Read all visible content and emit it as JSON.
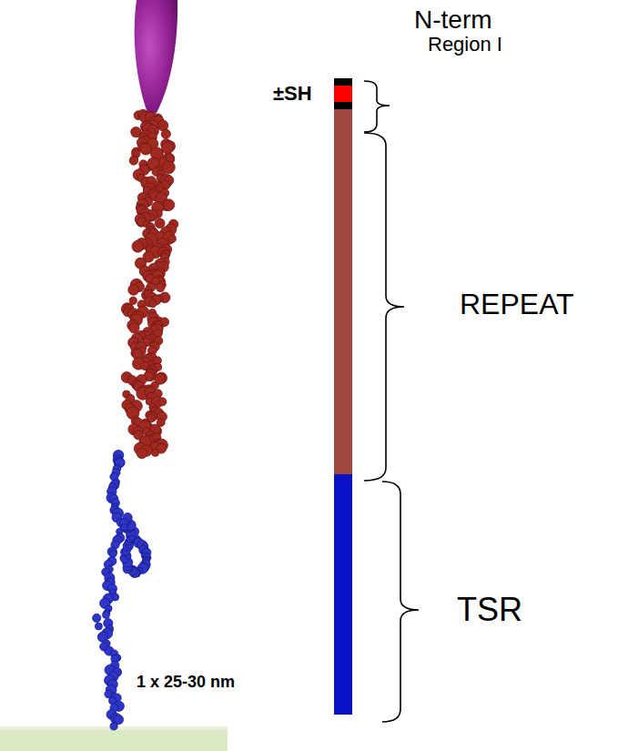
{
  "diagram": {
    "labels": [
      "N-term",
      "Region I",
      "±SH",
      "REPEAT",
      "TSR",
      "1 x 25-30 nm"
    ]
  }
}
